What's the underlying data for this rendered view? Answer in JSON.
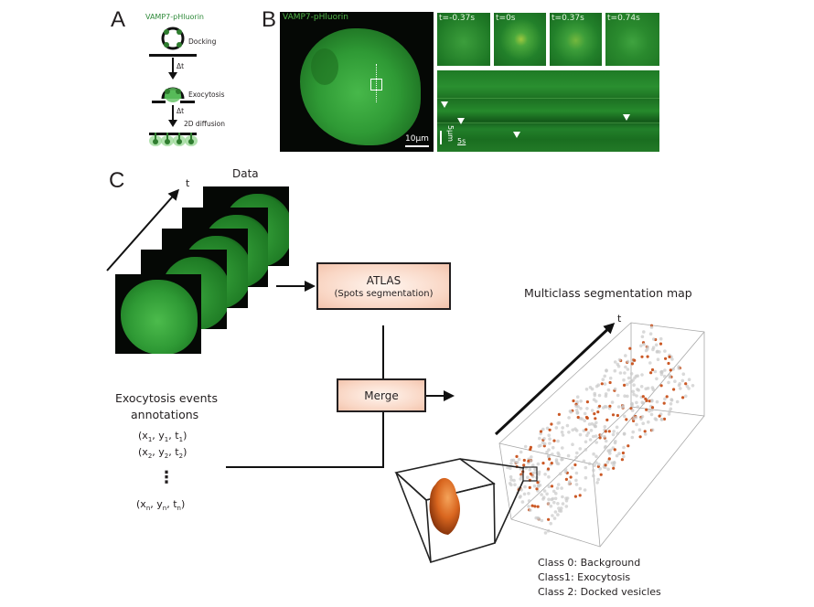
{
  "panels": {
    "a": {
      "label": "A",
      "protein": "VAMP7-pHluorin",
      "stages": [
        "Docking",
        "Exocytosis",
        "2D diffusion"
      ],
      "delta1": "Δt",
      "delta2": "Δt"
    },
    "b": {
      "label": "B",
      "image_title": "VAMP7-pHluorin",
      "scalebar_main": "10μm",
      "frames": [
        "t=-0.37s",
        "t=0s",
        "t=0.37s",
        "t=0.74s"
      ],
      "kymo_scale_space": "5μm",
      "kymo_scale_time": "5s"
    },
    "c": {
      "label": "C",
      "data_title": "Data",
      "time_axis": "t",
      "atlas_title": "ATLAS",
      "atlas_subtitle": "(Spots segmentation)",
      "merge_label": "Merge",
      "annotations_title_1": "Exocytosis events",
      "annotations_title_2": "annotations",
      "coords": [
        {
          "x": "x",
          "xs": "1",
          "y": "y",
          "ys": "1",
          "t": "t",
          "ts": "1"
        },
        {
          "x": "x",
          "xs": "2",
          "y": "y",
          "ys": "2",
          "t": "t",
          "ts": "2"
        },
        {
          "x": "x",
          "xs": "n",
          "y": "y",
          "ys": "n",
          "t": "t",
          "ts": "n"
        }
      ],
      "ellipsis": "⋮",
      "map_title": "Multiclass segmentation map",
      "map_axis": "t",
      "classes": [
        "Class 0: Background",
        "Class1: Exocytosis",
        "Class 2: Docked vesicles"
      ]
    }
  },
  "colors": {
    "fluor_green": "#2e9b34",
    "label_green": "#2f8a3a",
    "box_fill": "#f9d6c4",
    "exocytosis_orange": "#c8501a",
    "vesicle_gray": "#c9c9c9"
  }
}
